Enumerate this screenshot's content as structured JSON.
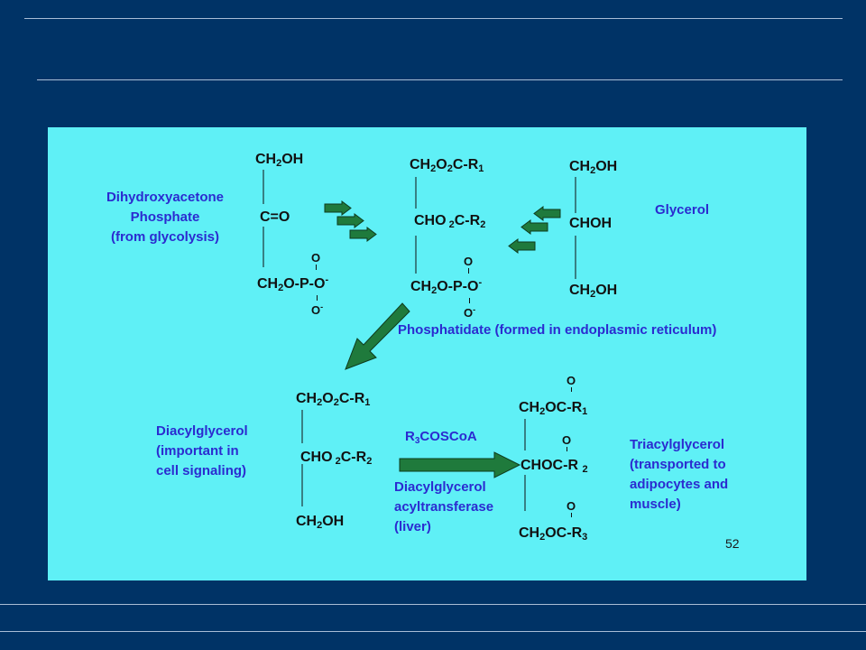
{
  "slide": {
    "background": "#003366",
    "panel_color": "#5ff0f6",
    "page_number": "52"
  },
  "labels": {
    "dhap": [
      "Dihydroxyacetone",
      "Phosphate",
      "(from glycolysis)"
    ],
    "glycerol": "Glycerol",
    "phosphatidate": "Phosphatidate (formed in endoplasmic reticulum)",
    "diacylglycerol": [
      "Diacylglycerol",
      "(important in",
      "cell signaling)"
    ],
    "reagent": "R3COSCoA",
    "enzyme": [
      "Diacylglycerol",
      "acyltransferase",
      "(liver)"
    ],
    "triacylglycerol": [
      "Triacylglycerol",
      "(transported to",
      "adipocytes and",
      "muscle)"
    ]
  },
  "structures": {
    "dhap": [
      "CH2OH",
      "C=O",
      "CH2O-P-O-",
      "O",
      "O-"
    ],
    "phosphatidate": [
      "CH2O2C-R1",
      "CHO2C-R2",
      "CH2O-P-O-",
      "O",
      "O-"
    ],
    "glycerol": [
      "CH2OH",
      "CHOH",
      "CH2OH"
    ],
    "diacylglycerol": [
      "CH2O2C-R1",
      "CHO2C-R2",
      "CH2OH"
    ],
    "triacylglycerol": [
      "CH2OC-R1",
      "CHOC-R2",
      "CH2OC-R3",
      "O"
    ]
  },
  "colors": {
    "label_text": "#2b2bd0",
    "arrow_fill": "#1f7a3c",
    "arrow_edge": "#0e3b1e"
  }
}
